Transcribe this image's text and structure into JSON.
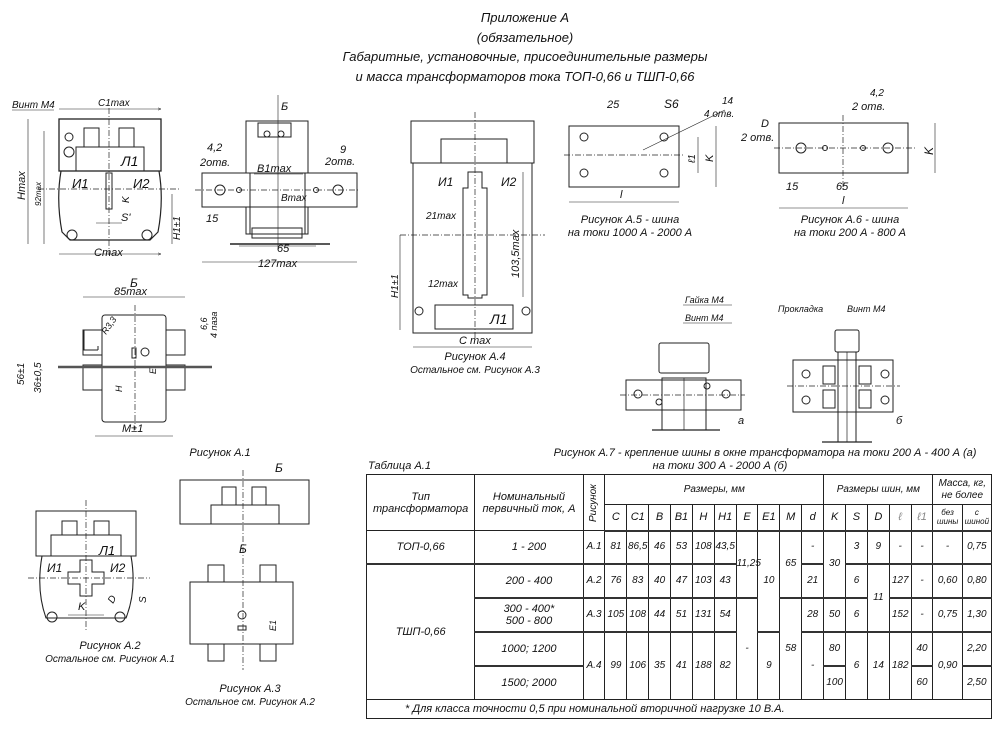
{
  "header": {
    "line1": "Приложение А",
    "line2": "(обязательное)",
    "line3": "Габаритные, установочные, присоединительные размеры",
    "line4": "и масса трансформаторов тока ТОП-0,66 и ТШП-0,66"
  },
  "fig_a1": {
    "caption": "Рисунок А.1",
    "labels": {
      "screw": "Винт М4",
      "c1max": "C1max",
      "hmax": "Hmax",
      "h92": "92max",
      "i1": "И1",
      "i2": "И2",
      "l1": "Л1",
      "k": "K",
      "s": "S'",
      "h1": "H1±1",
      "cmax": "Cmax",
      "b_view": "Б",
      "hole42": "4,2",
      "holes2a": "2отв.",
      "hole9": "9",
      "holes2b": "2отв.",
      "b1max": "B1max",
      "bmax": "Bmax",
      "d15": "15",
      "d65": "65",
      "d127": "127max",
      "b_view2": "Б",
      "d85": "85max",
      "r33": "R3,3",
      "d66": "6,6",
      "slots": "4 паза",
      "d56": "56±1",
      "d36": "36±0,5",
      "e": "E",
      "h": "H",
      "m": "M±1"
    }
  },
  "fig_a2": {
    "caption": "Рисунок А.2",
    "subcaption": "Остальное см. Рисунок А.1",
    "labels": {
      "l1": "Л1",
      "i1": "И1",
      "i2": "И2",
      "k": "K",
      "d": "D",
      "s": "S"
    }
  },
  "fig_a3": {
    "caption": "Рисунок А.3",
    "subcaption": "Остальное см. Рисунок А.2",
    "labels": {
      "b": "Б",
      "b2": "Б",
      "e1": "E1"
    }
  },
  "fig_a4": {
    "caption": "Рисунок А.4",
    "subcaption": "Остальное см. Рисунок А.3",
    "labels": {
      "i1": "И1",
      "i2": "И2",
      "w21": "21max",
      "w12": "12max",
      "h103": "103,5max",
      "h1": "H1±1",
      "l1": "Л1",
      "cmax": "C max"
    }
  },
  "fig_a5": {
    "caption": "Рисунок А.5 - шина",
    "subcaption": "на токи 1000 А - 2000 А",
    "labels": {
      "d25": "25",
      "s6": "S6",
      "d14": "14",
      "holes4": "4 отв.",
      "l1": "ℓ1",
      "k": "K",
      "l": "l"
    }
  },
  "fig_a6": {
    "caption": "Рисунок А.6 - шина",
    "subcaption": "на токи 200 А - 800 А",
    "labels": {
      "d42": "4,2",
      "holes2": "2 отв.",
      "d": "D",
      "holes2d": "2 отв.",
      "k": "K",
      "d15": "15",
      "d65": "65",
      "l": "l"
    }
  },
  "fig_a7": {
    "caption": "Рисунок А.7 - крепление шины в окне трансформатора на токи 200 А - 400 А (а)",
    "subcaption": "на токи 300 А - 2000 А (б)",
    "labels": {
      "nut": "Гайка М4",
      "screw_a": "Винт М4",
      "gasket": "Прокладка",
      "screw_b": "Винт М4",
      "a": "а",
      "b": "б"
    }
  },
  "table": {
    "caption": "Таблица А.1",
    "headers": {
      "type": "Тип трансформатора",
      "current": "Номинальный первичный ток, А",
      "figure": "Рисунок",
      "dims": "Размеры, мм",
      "bus_dims": "Размеры шин, мм",
      "mass": "Масса, кг, не более",
      "cols": [
        "C",
        "C1",
        "B",
        "B1",
        "H",
        "H1",
        "E",
        "E1",
        "M",
        "d",
        "K",
        "S",
        "D",
        "ℓ",
        "ℓ1"
      ],
      "mass_cols": [
        "без шины",
        "с шиной"
      ]
    },
    "rows": [
      {
        "type": "ТОП-0,66",
        "current": "1 - 200",
        "figure": "А.1",
        "C": "81",
        "C1": "86,5",
        "B": "46",
        "B1": "53",
        "H": "108",
        "H1": "43,5",
        "E": "11,25",
        "E1": "10",
        "M": "65",
        "d": "-",
        "K": "30",
        "S": "3",
        "D": "9",
        "l": "-",
        "l1": "-",
        "m_without": "-",
        "m_with": "0,75"
      },
      {
        "type": "ТШП-0,66",
        "current": "200 - 400",
        "figure": "А.2",
        "C": "76",
        "C1": "83",
        "B": "40",
        "B1": "47",
        "H": "103",
        "H1": "43",
        "E": "11,25",
        "E1": "10",
        "M": "65",
        "d": "21",
        "K": "30",
        "S": "6",
        "D": "11",
        "l": "127",
        "l1": "-",
        "m_without": "0,60",
        "m_with": "0,80"
      },
      {
        "type": "ТШП-0,66",
        "current": "300 - 400* 500 - 800",
        "current_a": "300 - 400*",
        "current_b": "500 - 800",
        "figure": "А.3",
        "C": "105",
        "C1": "108",
        "B": "44",
        "B1": "51",
        "H": "131",
        "H1": "54",
        "E": "-",
        "E1": "10",
        "M": "58",
        "d": "28",
        "K": "50",
        "S": "6",
        "D": "11",
        "l": "152",
        "l1": "-",
        "m_without": "0,75",
        "m_with": "1,30"
      },
      {
        "type": "ТШП-0,66",
        "current": "1000; 1200",
        "figure": "А.4",
        "C": "99",
        "C1": "106",
        "B": "35",
        "B1": "41",
        "H": "188",
        "H1": "82",
        "E": "-",
        "E1": "9",
        "M": "58",
        "d": "-",
        "K": "80",
        "S": "6",
        "D": "14",
        "l": "182",
        "l1": "40",
        "m_without": "0,90",
        "m_with": "2,20"
      },
      {
        "type": "ТШП-0,66",
        "current": "1500; 2000",
        "figure": "А.4",
        "C": "99",
        "C1": "106",
        "B": "35",
        "B1": "41",
        "H": "188",
        "H1": "82",
        "E": "-",
        "E1": "9",
        "M": "58",
        "d": "-",
        "K": "100",
        "S": "6",
        "D": "14",
        "l": "182",
        "l1": "60",
        "m_without": "0,90",
        "m_with": "2,50"
      }
    ],
    "footnote": "* Для класса точности 0,5 при номинальной вторичной нагрузке 10 В.А."
  }
}
